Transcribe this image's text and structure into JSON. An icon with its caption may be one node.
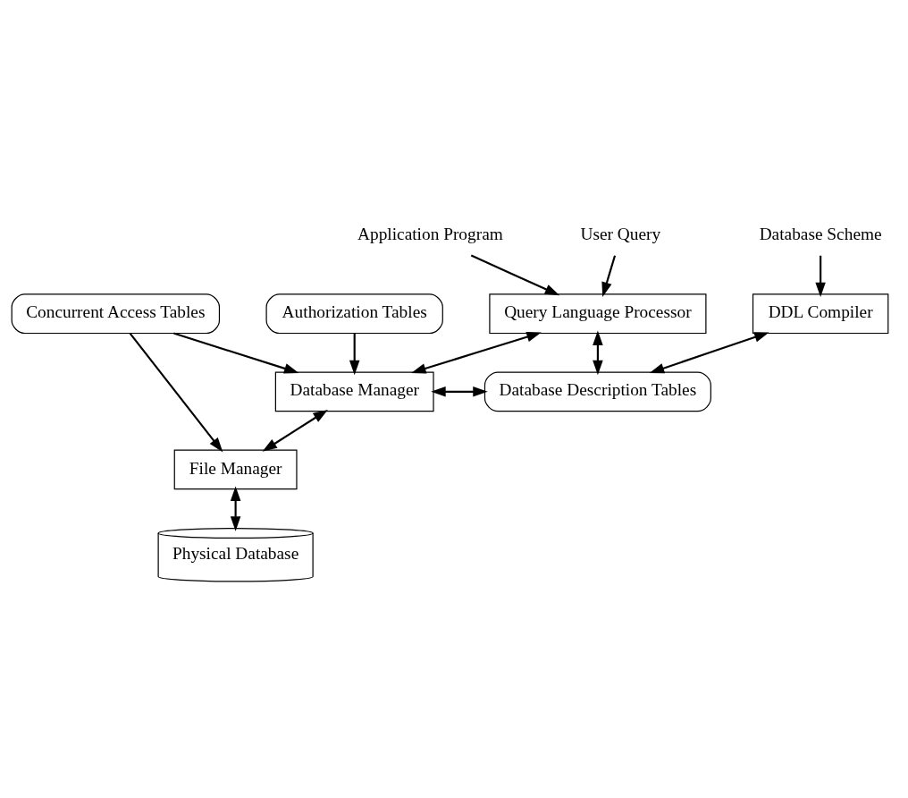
{
  "diagram": {
    "nodes": [
      {
        "text": [
          "User Query"
        ]
      },
      {
        "text": [
          "Application Program"
        ]
      },
      {
        "text": [
          "Database Scheme"
        ]
      },
      {
        "text": [
          "Query Language Processor"
        ]
      },
      {
        "text": [
          "DDL Compiler"
        ]
      },
      {
        "text": [
          "Authorization Tables"
        ]
      },
      {
        "text": [
          "Database Manager"
        ]
      },
      {
        "text": [
          "Database Description Tables"
        ]
      },
      {
        "text": [
          "Concurrent Access Tables"
        ]
      },
      {
        "text": [
          "File Manager"
        ]
      },
      {
        "text": [
          "Physical Database"
        ]
      }
    ],
    "edges": [
      {
        "from": 0,
        "to": 3,
        "arrow": "to"
      },
      {
        "from": 1,
        "to": 3,
        "arrow": "to"
      },
      {
        "from": 2,
        "to": 4,
        "arrow": "to"
      },
      {
        "from": 5,
        "to": 6,
        "arrow": "to"
      },
      {
        "from": 3,
        "to": 6,
        "arrow": "both"
      },
      {
        "from": 3,
        "to": 7,
        "arrow": "both"
      },
      {
        "from": 4,
        "to": 7,
        "arrow": "both"
      },
      {
        "from": 6,
        "to": 7,
        "arrow": "both"
      },
      {
        "from": 8,
        "to": 6,
        "arrow": "to"
      },
      {
        "from": 8,
        "to": 9,
        "arrow": "to"
      },
      {
        "from": 6,
        "to": 9,
        "arrow": "both"
      },
      {
        "from": 9,
        "to": 10,
        "arrow": "both"
      }
    ]
  }
}
